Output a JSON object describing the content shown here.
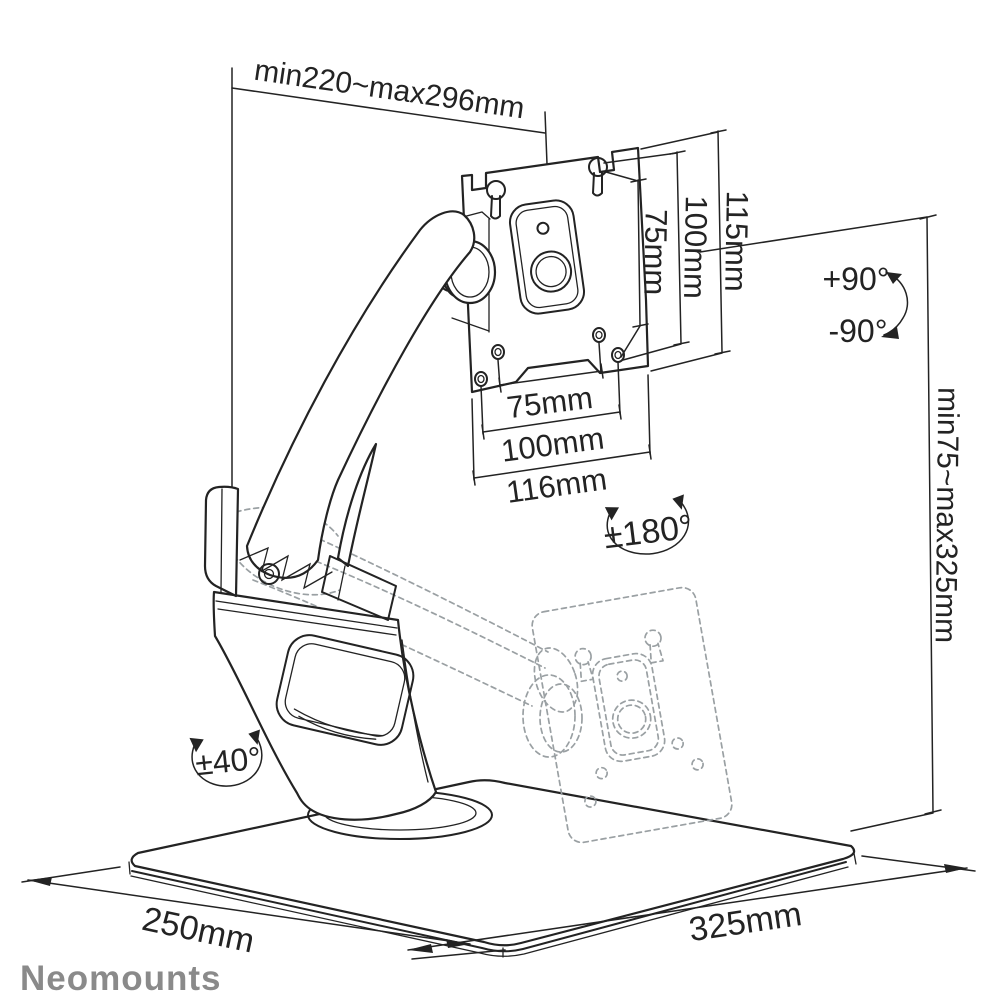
{
  "page": {
    "background": "#ffffff"
  },
  "brand": {
    "logo_text": "Neomounts",
    "logo_color": "#8a8a8a"
  },
  "diagram": {
    "subject": "full-motion monitor desk stand dimensional drawing",
    "line_color": "#232323",
    "ghost_line_color": "#9aa0a3",
    "dimensions": {
      "arm_reach": "min220~max296mm",
      "vesa_vertical_75": "75mm",
      "vesa_vertical_100": "100mm",
      "vesa_vertical_115": "115mm",
      "vesa_horizontal_75": "75mm",
      "vesa_horizontal_100": "100mm",
      "vesa_horizontal_116": "116mm",
      "height_range": "min75~max325mm",
      "base_depth": "250mm",
      "base_width": "325mm"
    },
    "rotations": {
      "tilt_up": "+90°",
      "tilt_down": "-90°",
      "swivel": "±180°",
      "base_rotate": "±40°"
    }
  }
}
